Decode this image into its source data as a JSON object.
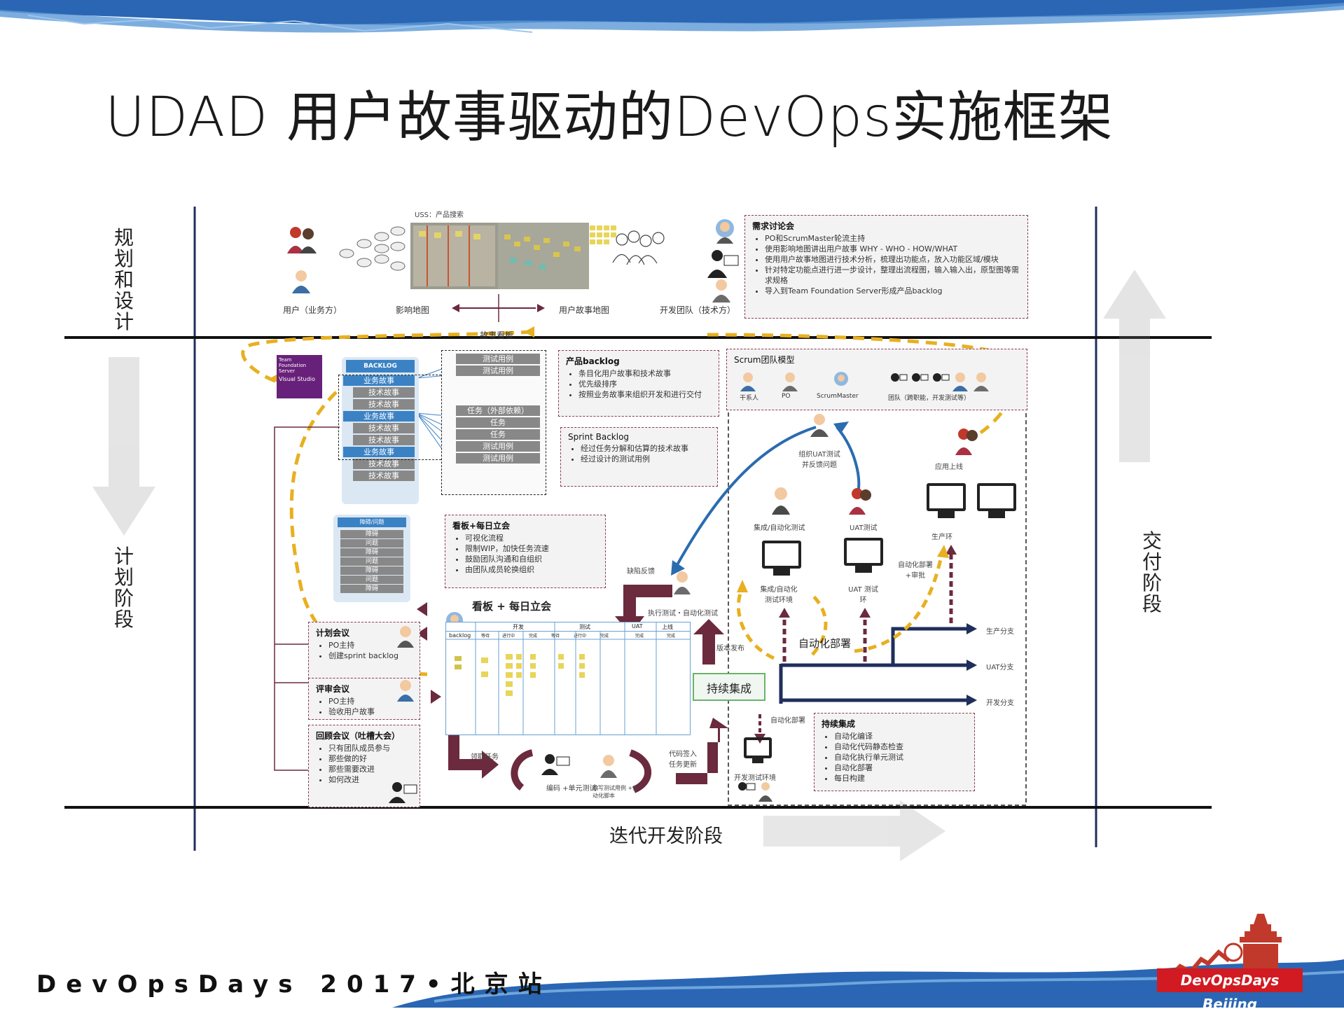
{
  "title": "UDAD 用户故事驱动的DevOps实施框架",
  "footer": "DevOpsDays 2017•北京站",
  "logo_text": "DevOpsDays Beijing",
  "phases": {
    "left_top": "规划和设计",
    "left_bottom": "计划阶段",
    "right": "交付阶段",
    "bottom": "迭代开发阶段"
  },
  "top_row": {
    "uss_label": "USS：产品搜索",
    "user_label": "用户（业务方）",
    "impact_map": "影响地图",
    "story_map": "用户故事地图",
    "dev_team": "开发团队（技术方）",
    "story_board": "故事看板"
  },
  "req_meeting": {
    "heading": "需求讨论会",
    "items": [
      "PO和ScrumMaster轮流主持",
      "使用影响地图讲出用户故事 WHY - WHO - HOW/WHAT",
      "使用用户故事地图进行技术分析，梳理出功能点，放入功能区域/模块",
      "针对特定功能点进行进一步设计，整理出流程图，输入输入出，原型图等需求规格",
      "导入到Team Foundation Server形成产品backlog"
    ]
  },
  "backlog": {
    "header": "BACKLOG",
    "items": [
      "业务故事",
      "技术故事",
      "技术故事",
      "业务故事",
      "技术故事",
      "技术故事",
      "业务故事",
      "技术故事",
      "技术故事"
    ],
    "tasks": [
      "测试用例",
      "测试用例",
      "任务（外部依赖）",
      "任务",
      "任务",
      "测试用例",
      "测试用例"
    ]
  },
  "impediments": {
    "header": "障碍/问题",
    "items": [
      "障碍",
      "问题",
      "障碍",
      "问题",
      "障碍",
      "问题",
      "障碍"
    ]
  },
  "product_backlog_note": {
    "heading": "产品backlog",
    "items": [
      "条目化用户故事和技术故事",
      "优先级排序",
      "按照业务故事来组织开发和进行交付"
    ]
  },
  "sprint_backlog_note": {
    "heading": "Sprint Backlog",
    "items": [
      "经过任务分解和估算的技术故事",
      "经过设计的测试用例"
    ]
  },
  "kanban_note": {
    "heading": "看板+每日立会",
    "items": [
      "可视化流程",
      "限制WIP，加快任务流速",
      "鼓励团队沟通和自组织",
      "由团队成员轮换组织"
    ]
  },
  "scrum_team": {
    "heading": "Scrum团队模型",
    "roles": [
      "干系人",
      "PO",
      "ScrumMaster",
      "团队（跨职能，开发测试等）"
    ]
  },
  "kanban_board": {
    "title": "看板 + 每日立会",
    "columns": [
      "backlog",
      "开发",
      "测试",
      "UAT",
      "上线"
    ],
    "subcols": [
      "等待",
      "进行中",
      "完成",
      "等待",
      "进行中",
      "完成",
      "完成",
      "完成"
    ]
  },
  "meetings": {
    "planning": {
      "heading": "计划会议",
      "items": [
        "PO主持",
        "创建sprint backlog"
      ]
    },
    "review": {
      "heading": "评审会议",
      "items": [
        "PO主持",
        "验收用户故事"
      ]
    },
    "retro": {
      "heading": "回顾会议（吐槽大会）",
      "items": [
        "只有团队成员参与",
        "那些做的好",
        "那些需要改进",
        "如何改进"
      ]
    }
  },
  "flow_labels": {
    "defect_feedback": "缺陷反馈",
    "exec_test": "执行测试・自动化测试",
    "version_release": "版本发布",
    "ci": "持续集成",
    "claim_task": "领取任务",
    "coding": "编码 +单元测试",
    "commit": "代码签入 任务更新",
    "unit_test_auto": "编写测试用例 +自动化脚本",
    "auto_deploy_small": "自动化部署",
    "auto_deploy": "自动化部署",
    "deploy_audit": "自动化部署+审批",
    "uat_feedback": "组织UAT测试 并反馈问题",
    "go_live": "应用上线",
    "ci_test_label": "集成/自动化测试",
    "uat_test_label": "UAT测试",
    "prod_env": "生产环",
    "ci_env": "集成/自动化测试环境",
    "uat_env": "UAT 测试环",
    "dev_env": "开发测试环境",
    "branch_prod": "生产分支",
    "branch_uat": "UAT分支",
    "branch_dev": "开发分支"
  },
  "ci_note": {
    "heading": "持续集成",
    "items": [
      "自动化编译",
      "自动化代码静态检查",
      "自动化执行单元测试",
      "自动化部署",
      "每日构建"
    ]
  },
  "colors": {
    "accent_maroon": "#6b2a3e",
    "line_navy": "#1f2f5c",
    "dash_yellow": "#e8b020",
    "arrow_blue": "#2b6cb0",
    "vs_purple": "#68217a"
  }
}
